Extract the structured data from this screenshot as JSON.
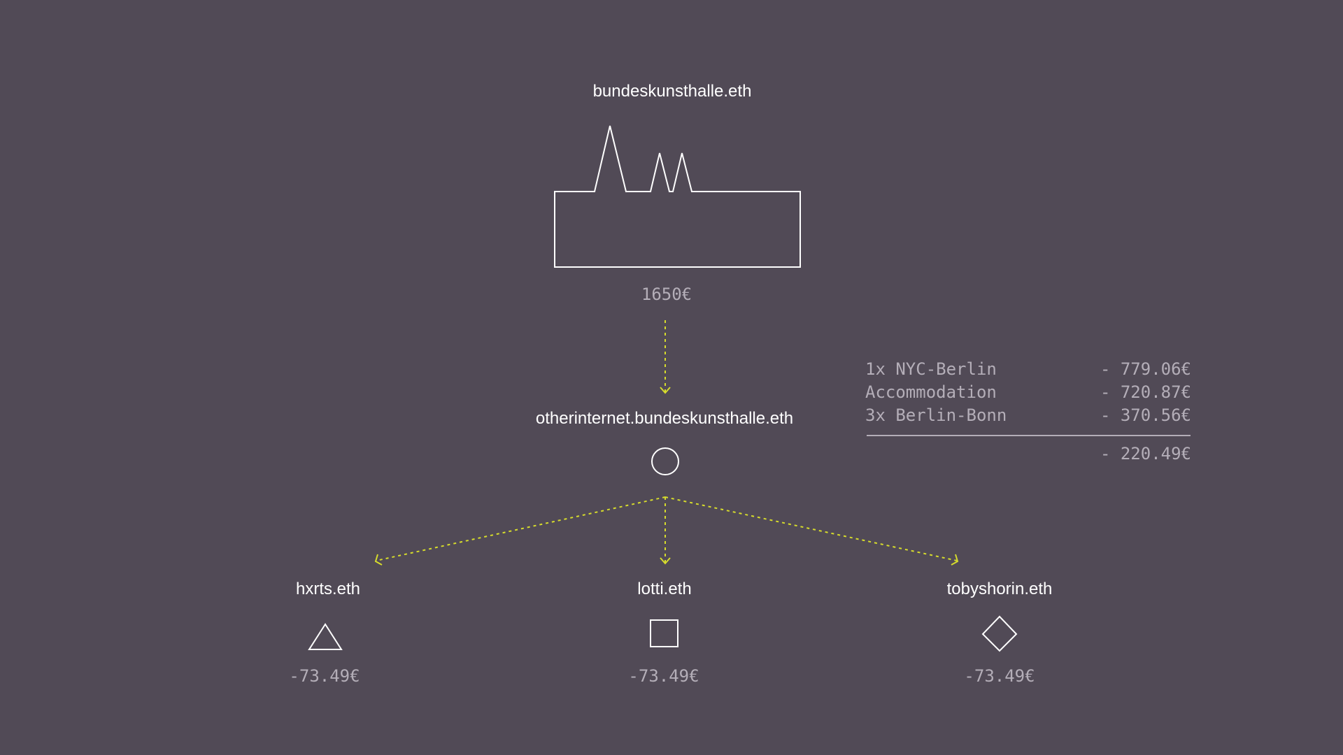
{
  "colors": {
    "background": "#514a56",
    "node_stroke": "#ffffff",
    "arrow": "#d6dc2c",
    "muted_text": "#b4aeb8"
  },
  "root": {
    "name": "bundeskunsthalle.eth",
    "icon": "museum-building-icon",
    "amount": "1650€"
  },
  "middle": {
    "name": "otherinternet.bundeskunsthalle.eth",
    "icon": "circle-icon"
  },
  "children": [
    {
      "name": "hxrts.eth",
      "icon": "triangle-icon",
      "amount": "-73.49€"
    },
    {
      "name": "lotti.eth",
      "icon": "square-icon",
      "amount": "-73.49€"
    },
    {
      "name": "tobyshorin.eth",
      "icon": "diamond-icon",
      "amount": "-73.49€"
    }
  ],
  "costs": {
    "items": [
      {
        "label": "1x NYC-Berlin",
        "value": "- 779.06€"
      },
      {
        "label": "Accommodation",
        "value": "- 720.87€"
      },
      {
        "label": "3x Berlin-Bonn",
        "value": "- 370.56€"
      }
    ],
    "total": "- 220.49€"
  }
}
